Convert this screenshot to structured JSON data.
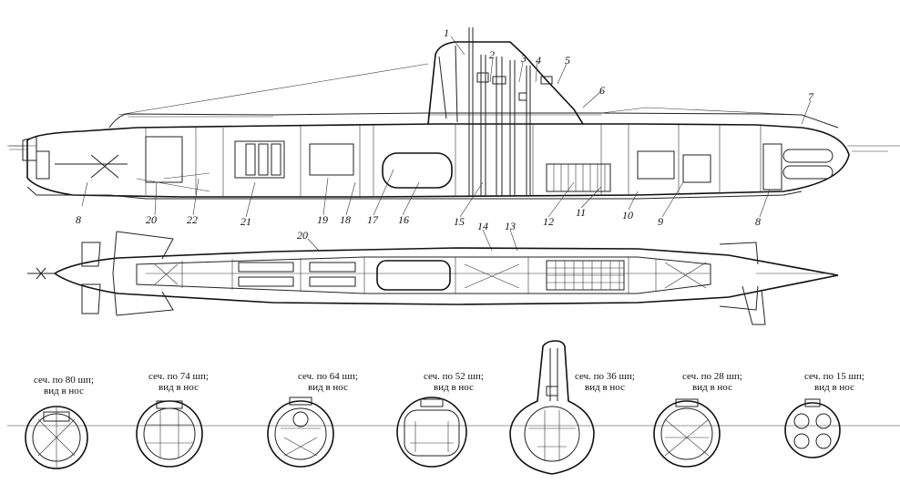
{
  "callouts": [
    "1",
    "2",
    "3",
    "4",
    "5",
    "6",
    "7",
    "8",
    "20",
    "22",
    "21",
    "19",
    "18",
    "17",
    "16",
    "15",
    "12",
    "11",
    "10",
    "9",
    "8",
    "20",
    "14",
    "13"
  ],
  "sections": [
    {
      "l1": "сеч. по 80 шп;",
      "l2": "вид в нос"
    },
    {
      "l1": "сеч. по 74 шп;",
      "l2": "вид в нос"
    },
    {
      "l1": "сеч. по 64 шп;",
      "l2": "вид в нос"
    },
    {
      "l1": "сеч. по 52 шп;",
      "l2": "вид в нос"
    },
    {
      "l1": "сеч. по 36 шп;",
      "l2": "вид в нос"
    },
    {
      "l1": "сеч. по 28 шп;",
      "l2": "вид в нос"
    },
    {
      "l1": "сеч. по 15 шп;",
      "l2": "вид в нос"
    }
  ]
}
